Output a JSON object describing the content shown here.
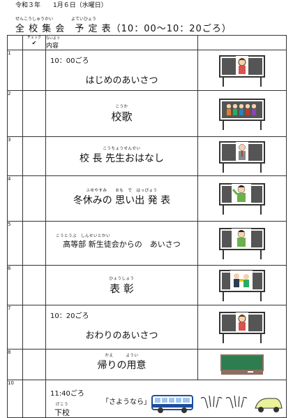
{
  "header": {
    "date": "令和３年　　1月６日（水曜日）",
    "title_ruby_1": "ぜんこうしゅうかい",
    "title_ruby_2": "よていひょう",
    "title": "全 校 集 会　予 定 表（10：00〜10：20ごろ）"
  },
  "table": {
    "check_ruby": "チェック",
    "check_mark": "✔",
    "content_ruby": "ないよう",
    "content_header": "内容"
  },
  "rows": [
    {
      "no": "1",
      "time": "10：00ごろ",
      "ruby": "",
      "label": "はじめのあいさつ",
      "icon": "presenter-girl"
    },
    {
      "no": "2",
      "time": "",
      "ruby": "こうか",
      "label": "校歌",
      "icon": "choir-students"
    },
    {
      "no": "3",
      "time": "",
      "ruby": "こうちょうせんせい",
      "label": "校 長 先生おはなし",
      "icon": "principal"
    },
    {
      "no": "4",
      "time": "",
      "ruby": "ふゆやすみ　　おも　で　はっぴょう",
      "label": "冬休みの 思い出 発 表",
      "icon": "student-speaker"
    },
    {
      "no": "5",
      "time": "",
      "ruby": "こうとうぶ　しんせいとかい",
      "label": "高等部 新生徒会からの　あいさつ",
      "icon": "student-council"
    },
    {
      "no": "6",
      "time": "",
      "ruby": "ひょうしょう",
      "label": "表 彰",
      "icon": "award-ceremony"
    },
    {
      "no": "7",
      "time": "10：20ごろ",
      "ruby": "",
      "label": "おわりのあいさつ",
      "icon": "presenter-girl"
    },
    {
      "no": "8",
      "time": "",
      "ruby": "かえ　　　ようい",
      "label": "帰りの用意",
      "icon": "chalkboard"
    },
    {
      "no": "10",
      "time": "11:40ごろ",
      "ruby": "げこう",
      "label": "下校",
      "quote": "「さようなら」",
      "icon": "bus-waving-car"
    }
  ],
  "colors": {
    "board": "#333",
    "accent": "#2a5db0"
  }
}
